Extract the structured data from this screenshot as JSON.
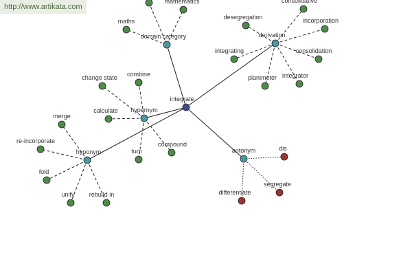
{
  "header": {
    "url": "http://www.artikata.com"
  },
  "colors": {
    "root": "#3d4c8a",
    "hub": "#4a9aa0",
    "leaf": "#4f8a4a",
    "antonym_leaf": "#9a3535"
  },
  "graph": {
    "nodes": [
      {
        "id": "integrate",
        "label": "integrate",
        "kind": "root"
      },
      {
        "id": "domain_category",
        "label": "domain category",
        "kind": "hub"
      },
      {
        "id": "derivation",
        "label": "derivation",
        "kind": "hub"
      },
      {
        "id": "hypernym",
        "label": "hypernym",
        "kind": "hub"
      },
      {
        "id": "hyponym",
        "label": "hyponym",
        "kind": "hub"
      },
      {
        "id": "antonym",
        "label": "antonym",
        "kind": "hub"
      },
      {
        "id": "maths",
        "label": "maths",
        "kind": "leaf"
      },
      {
        "id": "mathematics",
        "label": "mathematics",
        "kind": "leaf"
      },
      {
        "id": "dc_top",
        "label": "",
        "kind": "leaf"
      },
      {
        "id": "desegregation",
        "label": "desegregation",
        "kind": "leaf"
      },
      {
        "id": "consolidative",
        "label": "consolidative",
        "kind": "leaf"
      },
      {
        "id": "incorporation",
        "label": "incorporation",
        "kind": "leaf"
      },
      {
        "id": "consolidation",
        "label": "consolidation",
        "kind": "leaf"
      },
      {
        "id": "integrating",
        "label": "integrating",
        "kind": "leaf"
      },
      {
        "id": "planimeter",
        "label": "planimeter",
        "kind": "leaf"
      },
      {
        "id": "integrator",
        "label": "integrator",
        "kind": "leaf"
      },
      {
        "id": "change_state",
        "label": "change state",
        "kind": "leaf"
      },
      {
        "id": "combine",
        "label": "combine",
        "kind": "leaf"
      },
      {
        "id": "calculate",
        "label": "calculate",
        "kind": "leaf"
      },
      {
        "id": "turn",
        "label": "turn",
        "kind": "leaf"
      },
      {
        "id": "compound",
        "label": "compound",
        "kind": "leaf"
      },
      {
        "id": "merge",
        "label": "merge",
        "kind": "leaf"
      },
      {
        "id": "re_incorporate",
        "label": "re-incorporate",
        "kind": "leaf"
      },
      {
        "id": "fold",
        "label": "fold",
        "kind": "leaf"
      },
      {
        "id": "unify",
        "label": "unify",
        "kind": "leaf"
      },
      {
        "id": "rebuild_in",
        "label": "rebuild in",
        "kind": "leaf"
      },
      {
        "id": "dis",
        "label": "dis",
        "kind": "antonym_leaf"
      },
      {
        "id": "segregate",
        "label": "segregate",
        "kind": "antonym_leaf"
      },
      {
        "id": "differentiate",
        "label": "differentiate",
        "kind": "antonym_leaf"
      }
    ],
    "edges": [
      {
        "from": "integrate",
        "to": "domain_category",
        "style": "solid"
      },
      {
        "from": "integrate",
        "to": "derivation",
        "style": "solid"
      },
      {
        "from": "integrate",
        "to": "hypernym",
        "style": "solid"
      },
      {
        "from": "integrate",
        "to": "hyponym",
        "style": "solid"
      },
      {
        "from": "integrate",
        "to": "antonym",
        "style": "solid"
      },
      {
        "from": "domain_category",
        "to": "maths",
        "style": "dash"
      },
      {
        "from": "domain_category",
        "to": "mathematics",
        "style": "dash"
      },
      {
        "from": "domain_category",
        "to": "dc_top",
        "style": "dash"
      },
      {
        "from": "derivation",
        "to": "desegregation",
        "style": "dash"
      },
      {
        "from": "derivation",
        "to": "consolidative",
        "style": "dash"
      },
      {
        "from": "derivation",
        "to": "incorporation",
        "style": "dash"
      },
      {
        "from": "derivation",
        "to": "consolidation",
        "style": "dash"
      },
      {
        "from": "derivation",
        "to": "integrating",
        "style": "dash"
      },
      {
        "from": "derivation",
        "to": "planimeter",
        "style": "dash"
      },
      {
        "from": "derivation",
        "to": "integrator",
        "style": "dash"
      },
      {
        "from": "hypernym",
        "to": "change_state",
        "style": "dash"
      },
      {
        "from": "hypernym",
        "to": "combine",
        "style": "dash"
      },
      {
        "from": "hypernym",
        "to": "calculate",
        "style": "dash"
      },
      {
        "from": "hypernym",
        "to": "turn",
        "style": "dash"
      },
      {
        "from": "hypernym",
        "to": "compound",
        "style": "dash"
      },
      {
        "from": "hyponym",
        "to": "merge",
        "style": "dash"
      },
      {
        "from": "hyponym",
        "to": "re_incorporate",
        "style": "dash"
      },
      {
        "from": "hyponym",
        "to": "fold",
        "style": "dash"
      },
      {
        "from": "hyponym",
        "to": "unify",
        "style": "dash"
      },
      {
        "from": "hyponym",
        "to": "rebuild_in",
        "style": "dash"
      },
      {
        "from": "antonym",
        "to": "dis",
        "style": "dot"
      },
      {
        "from": "antonym",
        "to": "segregate",
        "style": "dot"
      },
      {
        "from": "antonym",
        "to": "differentiate",
        "style": "dot"
      }
    ]
  }
}
